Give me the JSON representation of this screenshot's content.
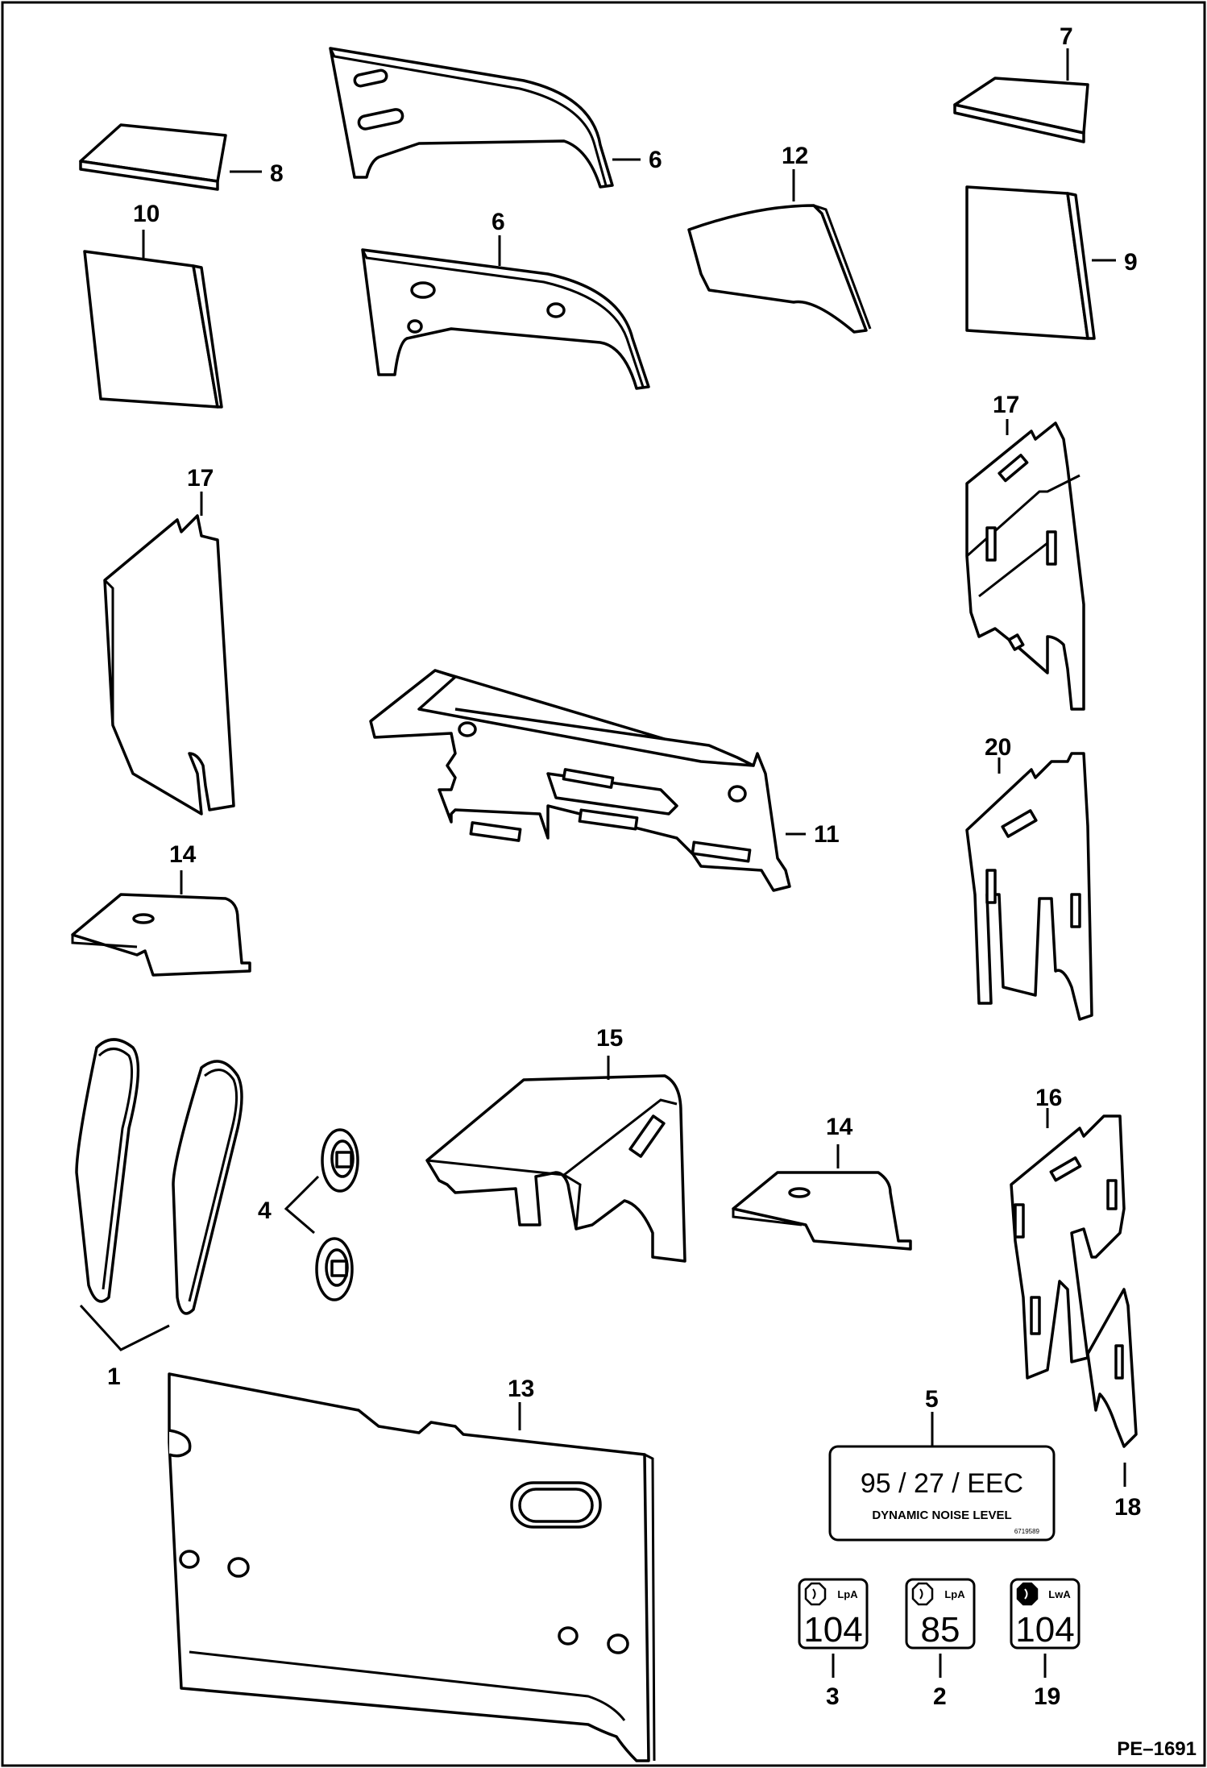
{
  "callouts": {
    "c1": "1",
    "c2": "2",
    "c3": "3",
    "c4": "4",
    "c5": "5",
    "c6a": "6",
    "c6b": "6",
    "c7": "7",
    "c8": "8",
    "c9": "9",
    "c10": "10",
    "c11": "11",
    "c12": "12",
    "c13": "13",
    "c14a": "14",
    "c14b": "14",
    "c15": "15",
    "c16": "16",
    "c17a": "17",
    "c17b": "17",
    "c18": "18",
    "c19": "19",
    "c20": "20"
  },
  "decal_5": {
    "line1": "95 / 27 / EEC",
    "line2": "DYNAMIC NOISE LEVEL",
    "part_no": "6719589"
  },
  "noise_icons": [
    {
      "unit": "LpA",
      "value": "104"
    },
    {
      "unit": "LpA",
      "value": "85"
    },
    {
      "unit": "LwA",
      "value": "104"
    }
  ],
  "drawing_ref": "PE–1691"
}
